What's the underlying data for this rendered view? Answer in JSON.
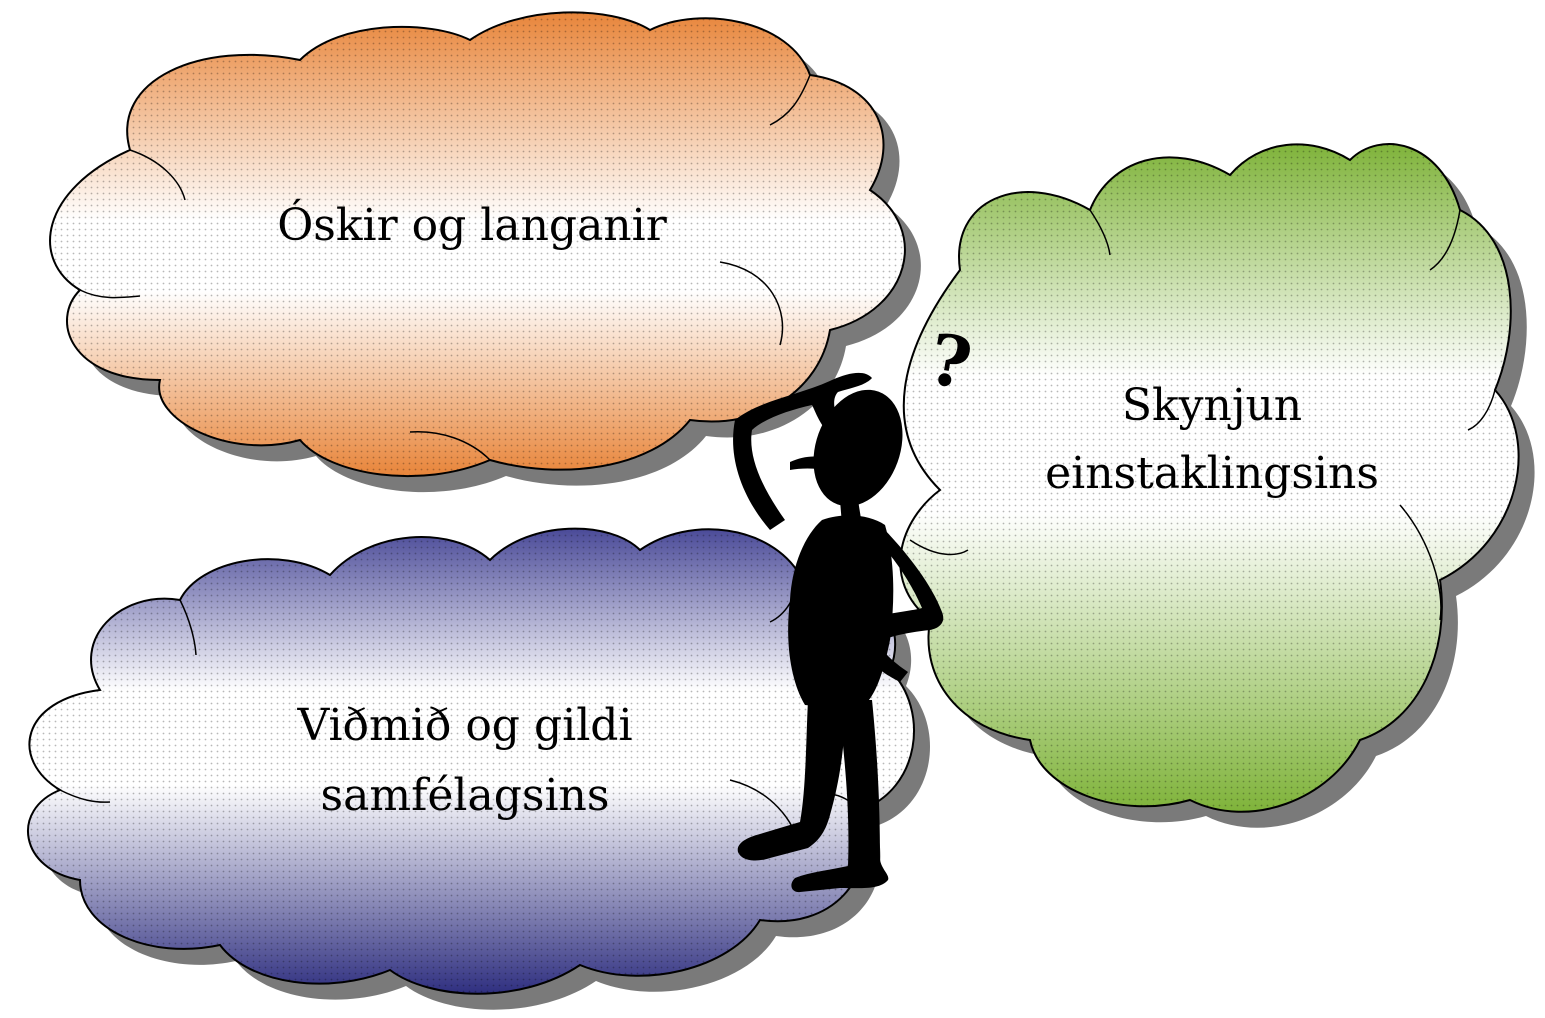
{
  "diagram": {
    "clouds": [
      {
        "id": "oskir",
        "lines": [
          "Óskir og langanir"
        ],
        "fill_top": "#e8853a",
        "fill_bottom": "#ffffff"
      },
      {
        "id": "skynjun",
        "lines": [
          "Skynjun",
          "einstaklingsins"
        ],
        "fill_top": "#ffffff",
        "fill_bottom": "#7fb33a"
      },
      {
        "id": "vidmid",
        "lines": [
          "Viðmið og gildi",
          "samfélagsins"
        ],
        "fill_top": "#5a5aa0",
        "fill_bottom": "#2f2f80"
      }
    ],
    "figure": {
      "name": "thinking-person",
      "symbol": "?"
    }
  }
}
